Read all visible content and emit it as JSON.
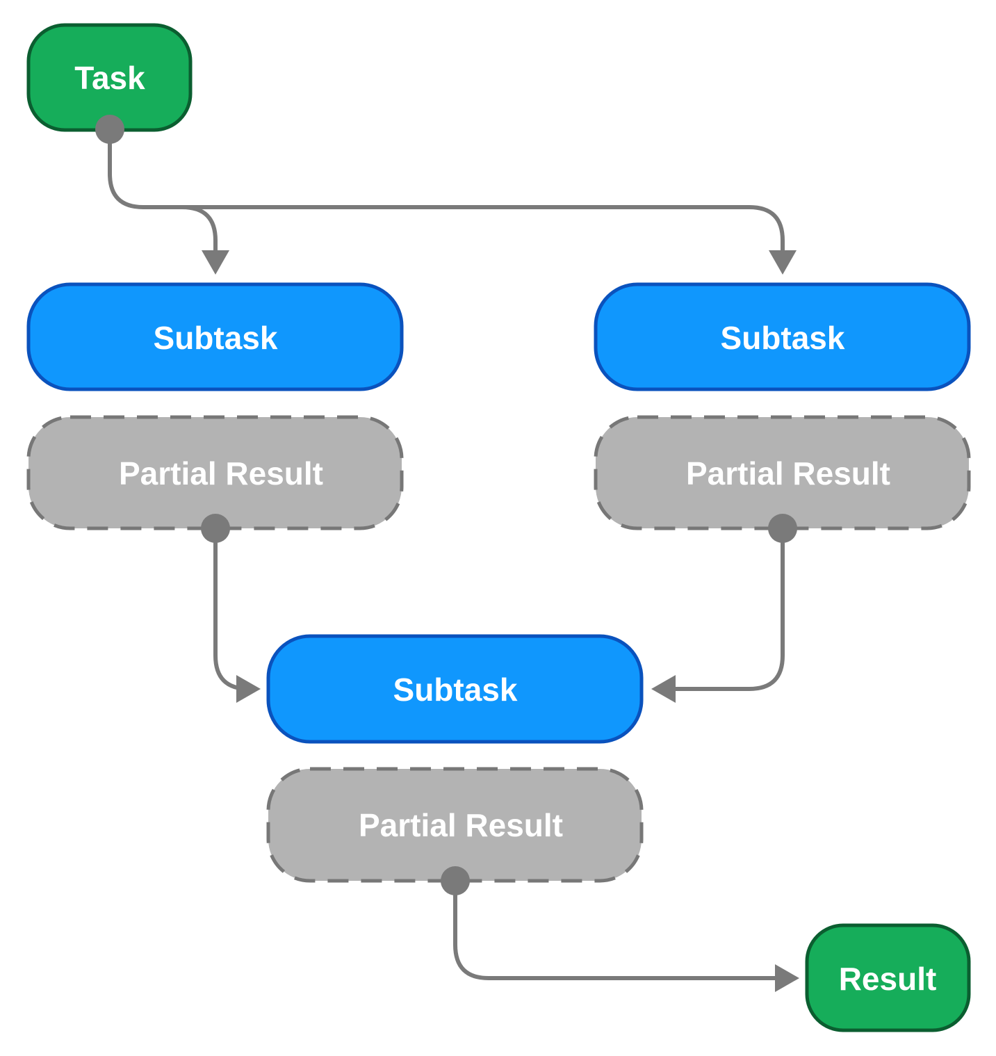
{
  "nodes": {
    "task": {
      "label": "Task"
    },
    "subtask_left": {
      "label": "Subtask"
    },
    "subtask_right": {
      "label": "Subtask"
    },
    "subtask_bottom": {
      "label": "Subtask"
    },
    "partial_left": {
      "label": "Partial Result"
    },
    "partial_right": {
      "label": "Partial Result"
    },
    "partial_bottom": {
      "label": "Partial Result"
    },
    "result": {
      "label": "Result"
    }
  },
  "colors": {
    "terminal_fill": "#16ad5a",
    "terminal_stroke": "#0b5e30",
    "subtask_fill": "#1097fd",
    "subtask_stroke": "#0a52bd",
    "partial_fill": "#b3b3b3",
    "partial_stroke": "#777777",
    "connector": "#7a7a7a",
    "label_text": "#ffffff"
  }
}
